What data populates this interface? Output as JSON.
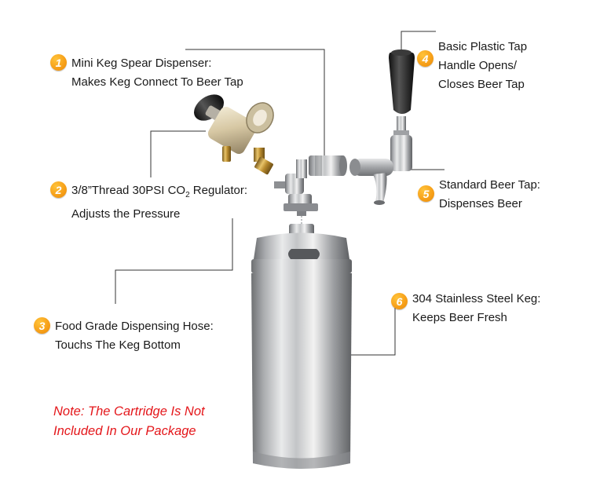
{
  "callouts": [
    {
      "number": "1",
      "lines": [
        "Mini Keg Spear Dispenser:",
        "Makes Keg Connect To Beer Tap"
      ]
    },
    {
      "number": "2",
      "line1_before_sub": "3/8”Thread 30PSI CO",
      "line1_sub": "2",
      "line1_after_sub": " Regulator:",
      "line2": "Adjusts the Pressure"
    },
    {
      "number": "3",
      "lines": [
        "Food Grade Dispensing Hose:",
        "Touchs The Keg Bottom"
      ]
    },
    {
      "number": "4",
      "lines": [
        "Basic Plastic Tap",
        "Handle Opens/",
        "Closes Beer Tap"
      ]
    },
    {
      "number": "5",
      "lines": [
        "Standard Beer Tap:",
        "Dispenses Beer"
      ]
    },
    {
      "number": "6",
      "lines": [
        "304 Stainless Steel Keg:",
        "Keeps Beer Fresh"
      ]
    }
  ],
  "note": [
    "Note: The Cartridge Is Not",
    "Included In Our Package"
  ],
  "colors": {
    "badge": "#f7a11a",
    "note": "#e4171b",
    "leader_line": "#333333"
  },
  "icons": [
    "co2-regulator-icon",
    "spear-dispenser-icon",
    "tap-handle-icon",
    "beer-faucet-icon",
    "steel-keg-icon"
  ]
}
